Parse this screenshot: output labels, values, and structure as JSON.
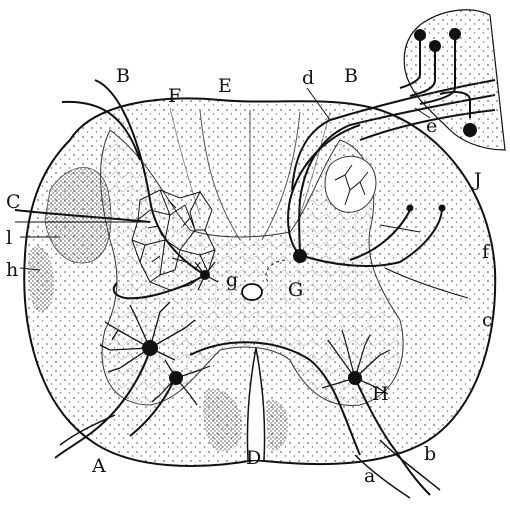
{
  "figure": {
    "labels": {
      "B_left": "B",
      "F": "F",
      "E": "E",
      "d": "d",
      "B_right": "B",
      "e": "e",
      "J": "J",
      "C": "C",
      "l": "l",
      "h": "h",
      "g": "g",
      "G": "G",
      "f": "f",
      "c": "c",
      "H": "H",
      "A": "A",
      "D": "D",
      "a": "a",
      "b": "b"
    },
    "colors": {
      "ink": "#111111",
      "paper": "#ffffff",
      "stipple": "#6a6a6a",
      "dark_patch": "#8a8a8a"
    }
  }
}
